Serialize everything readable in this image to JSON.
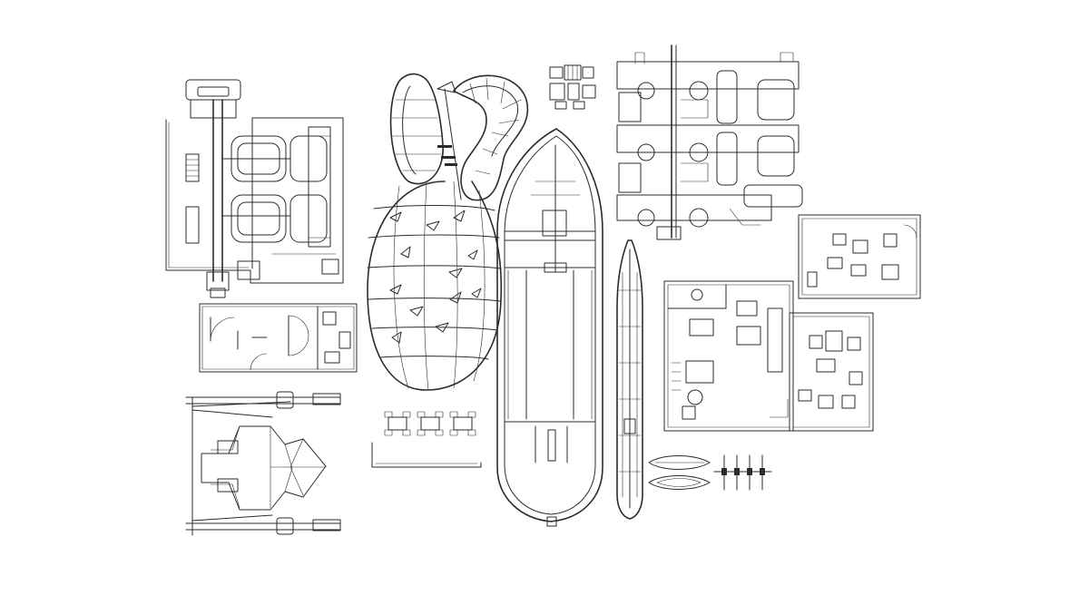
{
  "sheet": {
    "background_color": "#ffffff",
    "line_color": "#2b2b2b"
  },
  "drawings": [
    {
      "id": "engine-plan",
      "icon": "machinery-plan-icon"
    },
    {
      "id": "floor-plan-small",
      "icon": "floor-plan-icon"
    },
    {
      "id": "crane-assembly",
      "icon": "crane-icon"
    },
    {
      "id": "vessel-hull-ribbed",
      "icon": "hull-frame-icon"
    },
    {
      "id": "seating-groups",
      "icon": "table-chairs-icon"
    },
    {
      "id": "barge-hull",
      "icon": "barge-plan-icon"
    },
    {
      "id": "valve-parts",
      "icon": "valve-icon"
    },
    {
      "id": "pipe-manifold",
      "icon": "manifold-icon"
    },
    {
      "id": "narrow-boat",
      "icon": "narrow-boat-icon"
    },
    {
      "id": "apartment-plan",
      "icon": "apartment-plan-icon"
    },
    {
      "id": "canoes",
      "icon": "canoe-icon"
    },
    {
      "id": "oar-rack",
      "icon": "oar-rack-icon"
    }
  ]
}
